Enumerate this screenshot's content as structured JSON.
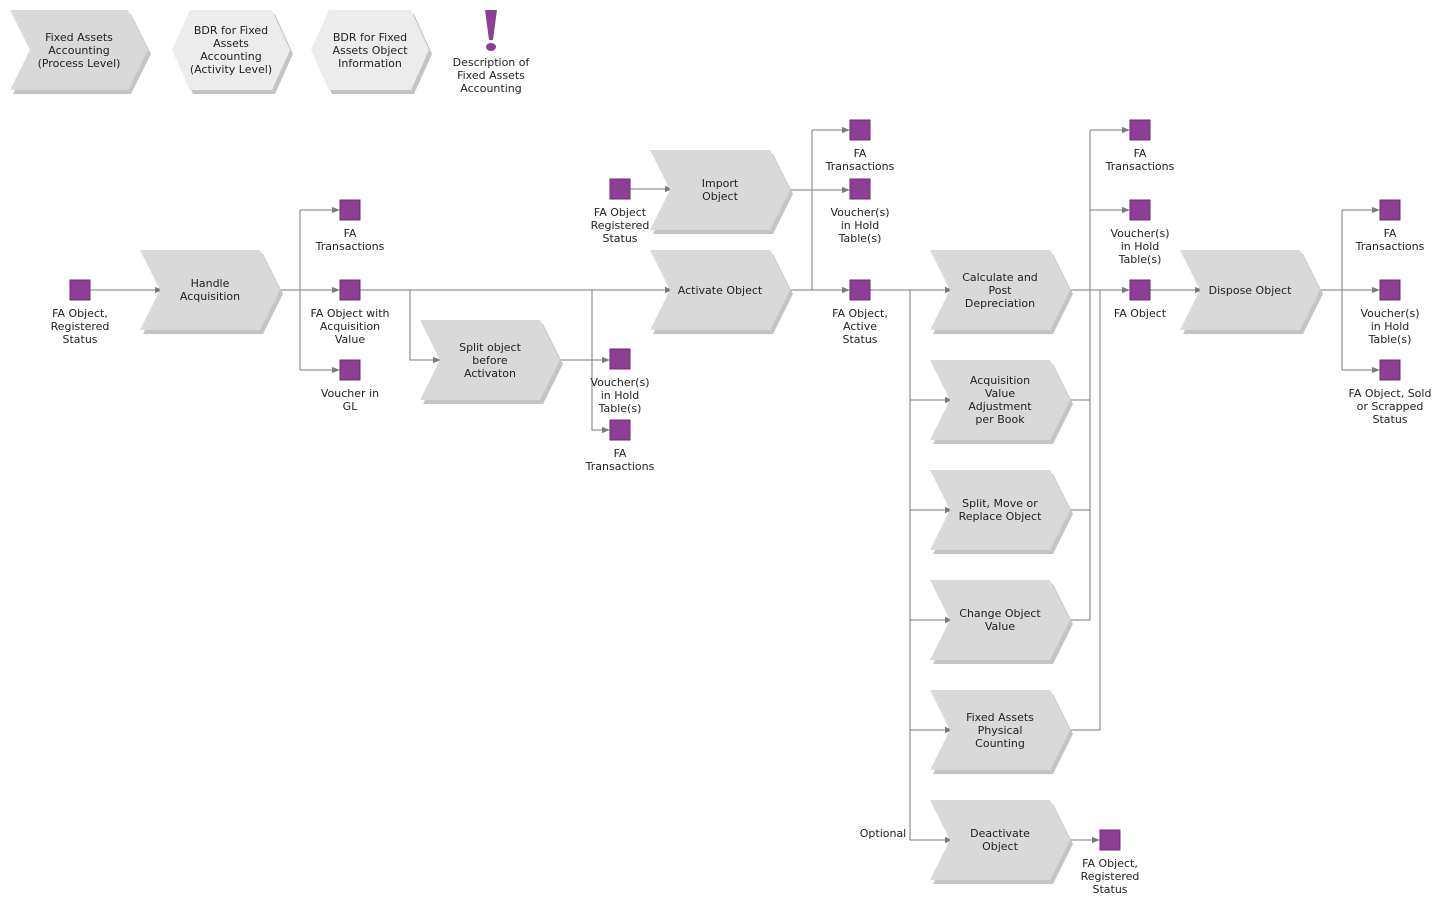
{
  "header_items": [
    {
      "id": "fixed-assets-process-level",
      "kind": "process-chevron",
      "label": "Fixed Assets\nAccounting\n(Process Level)"
    },
    {
      "id": "bdr-activity-level",
      "kind": "hexagon",
      "label": "BDR for Fixed\nAssets\nAccounting\n(Activity Level)"
    },
    {
      "id": "bdr-object-information",
      "kind": "hexagon",
      "label": "BDR for Fixed\nAssets Object\nInformation"
    },
    {
      "id": "description-fixed-assets",
      "kind": "exclamation",
      "label": "Description of\nFixed Assets\nAccounting",
      "icon": "exclamation-icon"
    }
  ],
  "activities": [
    {
      "id": "handle-acquisition",
      "label": "Handle\nAcquisition"
    },
    {
      "id": "split-object-before-activation",
      "label": "Split object before\nActivaton"
    },
    {
      "id": "import-object",
      "label": "Import\nObject"
    },
    {
      "id": "activate-object",
      "label": "Activate Object"
    },
    {
      "id": "calculate-and-post-depreciation",
      "label": "Calculate and\nPost\nDepreciation"
    },
    {
      "id": "acquisition-value-adjustment",
      "label": "Acquisition\nValue\nAdjustment\nper Book"
    },
    {
      "id": "split-move-replace",
      "label": "Split, Move or\nReplace Object"
    },
    {
      "id": "change-object-value",
      "label": "Change Object\nValue"
    },
    {
      "id": "fixed-assets-physical-counting",
      "label": "Fixed Assets\nPhysical\nCounting"
    },
    {
      "id": "deactivate-object",
      "label": "Deactivate\nObject"
    },
    {
      "id": "dispose-object",
      "label": "Dispose Object"
    }
  ],
  "objects": [
    {
      "id": "obj-fa-object-registered",
      "label": "FA Object,\nRegistered\nStatus"
    },
    {
      "id": "obj-fa-transactions-1",
      "label": "FA\nTransactions"
    },
    {
      "id": "obj-fa-object-acq-value",
      "label": "FA Object with\nAcquisition\nValue"
    },
    {
      "id": "obj-voucher-in-gl",
      "label": "Voucher in\nGL"
    },
    {
      "id": "obj-vouchers-hold-1",
      "label": "Voucher(s)\nin Hold\nTable(s)"
    },
    {
      "id": "obj-fa-transactions-2",
      "label": "FA\nTransactions"
    },
    {
      "id": "obj-fa-object-registered-import",
      "label": "FA Object\nRegistered\nStatus"
    },
    {
      "id": "obj-fa-transactions-3",
      "label": "FA\nTransactions"
    },
    {
      "id": "obj-vouchers-hold-2",
      "label": "Voucher(s)\nin Hold\nTable(s)"
    },
    {
      "id": "obj-fa-object-active",
      "label": "FA Object,\nActive\nStatus"
    },
    {
      "id": "obj-fa-transactions-4",
      "label": "FA\nTransactions"
    },
    {
      "id": "obj-vouchers-hold-3",
      "label": "Voucher(s)\nin Hold\nTable(s)"
    },
    {
      "id": "obj-fa-object",
      "label": "FA Object"
    },
    {
      "id": "obj-fa-transactions-5",
      "label": "FA\nTransactions"
    },
    {
      "id": "obj-vouchers-hold-4",
      "label": "Voucher(s)\nin Hold\nTable(s)"
    },
    {
      "id": "obj-fa-object-sold-scrapped",
      "label": "FA Object, Sold\nor Scrapped\nStatus"
    },
    {
      "id": "obj-fa-object-registered-deactivated",
      "label": "FA Object,\nRegistered\nStatus"
    }
  ],
  "annotations": {
    "optional_label": "Optional"
  },
  "colors": {
    "process_fill": "#d9d9da",
    "bdr_fill": "#ececec",
    "shadow": "#c4c4c4",
    "object_fill": "#8c3f94",
    "object_stroke": "#6b2d73",
    "connector": "#7a7a7a",
    "exclamation": "#8c3f94",
    "text": "#222222"
  }
}
